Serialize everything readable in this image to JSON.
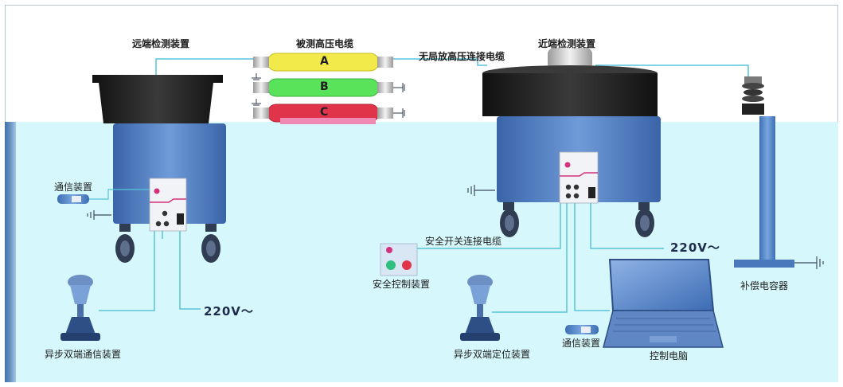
{
  "labels": {
    "remote_device": "远端检测装置",
    "cable_under_test": "被测高压电缆",
    "near_device": "近端检测装置",
    "pd_free_cable": "无局放高压连接电缆",
    "comm_left": "通信装置",
    "comm_right": "通信装置",
    "async_comm": "异步双端通信装置",
    "async_locate": "异步双端定位装置",
    "safety_cable": "安全开关连接电缆",
    "safety_control": "安全控制装置",
    "compensation_capacitor": "补偿电容器",
    "control_pc": "控制电脑",
    "voltage_left": "220V～",
    "voltage_right": "220V～"
  },
  "phases": [
    {
      "name": "A",
      "color": "#f1ea4a"
    },
    {
      "name": "B",
      "color": "#59e35b"
    },
    {
      "name": "C",
      "color": "#e0344a"
    }
  ],
  "colors": {
    "floor": "#d6f8fc",
    "device_body": "#4f7dc4",
    "device_top": "#262626",
    "wire": "#59c3d8"
  }
}
